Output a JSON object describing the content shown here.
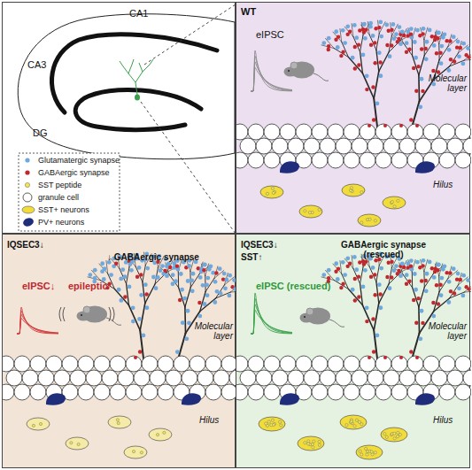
{
  "diagram": {
    "nodes": [
      {
        "text": [
          "CA1",
          "CA3",
          "DG"
        ]
      },
      {
        "text": [
          "WT",
          "eIPSC",
          "Molecular layer",
          "Hilus"
        ]
      },
      {
        "text": [
          "IQSEC3↓",
          "↓ GABAergic synapse",
          "eIPSC↓",
          "epileptic",
          "Molecular layer",
          "Hilus"
        ]
      },
      {
        "text": [
          "IQSEC3↓",
          "SST↑",
          "GABAergic synapse (rescued)",
          "eIPSC (rescued)",
          "Molecular layer",
          "Hilus"
        ]
      }
    ],
    "legend": [
      {
        "text": "Glutamatergic synapse",
        "color": "#6fa8dc"
      },
      {
        "text": "GABAergic synapse",
        "color": "#c1272d"
      },
      {
        "text": "SST peptide",
        "color": "#f4e84a"
      },
      {
        "text": "granule cell"
      },
      {
        "text": "SST+ neurons",
        "color": "#f2dc3a"
      },
      {
        "text": "PV+ neurons",
        "color": "#1f2d7a"
      }
    ]
  }
}
